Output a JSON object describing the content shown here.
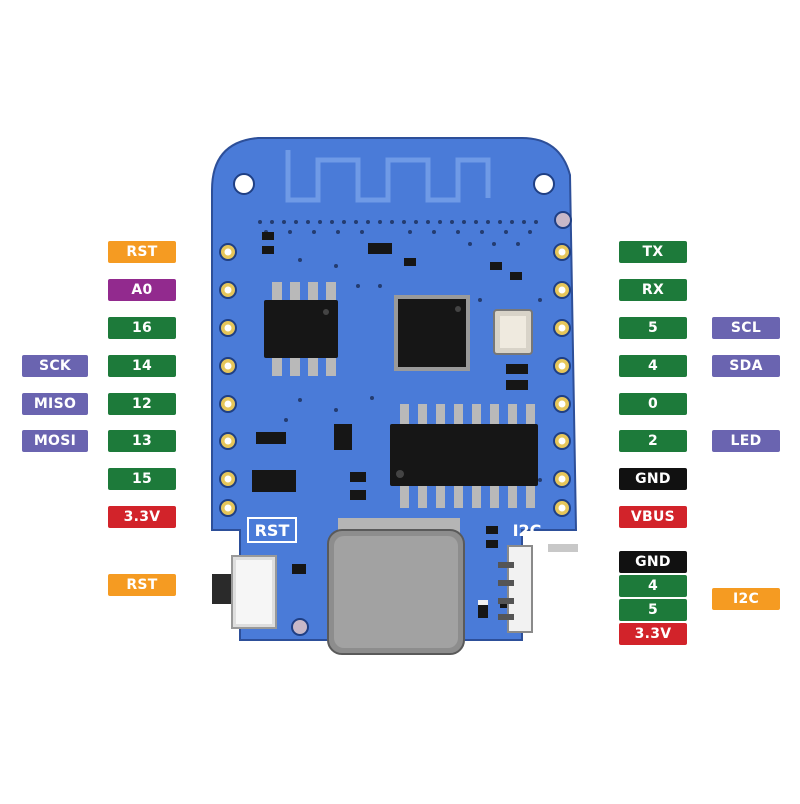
{
  "colors": {
    "orange": "#f59b22",
    "purple": "#922a8e",
    "green": "#1d7a3a",
    "lavender": "#6a64b0",
    "red": "#d2232a",
    "black": "#111111",
    "pcb": "#4a7bd8"
  },
  "silkscreen": {
    "rst": "RST",
    "i2c": "I2C"
  },
  "left": {
    "pins": [
      {
        "label": "RST",
        "color": "orange"
      },
      {
        "label": "A0",
        "color": "purple"
      },
      {
        "label": "16",
        "color": "green"
      },
      {
        "label": "14",
        "color": "green"
      },
      {
        "label": "12",
        "color": "green"
      },
      {
        "label": "13",
        "color": "green"
      },
      {
        "label": "15",
        "color": "green"
      },
      {
        "label": "3.3V",
        "color": "red"
      }
    ],
    "alt": [
      {
        "label": "SCK",
        "color": "lavender"
      },
      {
        "label": "MISO",
        "color": "lavender"
      },
      {
        "label": "MOSI",
        "color": "lavender"
      }
    ],
    "button": {
      "label": "RST",
      "color": "orange"
    }
  },
  "right": {
    "pins": [
      {
        "label": "TX",
        "color": "green"
      },
      {
        "label": "RX",
        "color": "green"
      },
      {
        "label": "5",
        "color": "green"
      },
      {
        "label": "4",
        "color": "green"
      },
      {
        "label": "0",
        "color": "green"
      },
      {
        "label": "2",
        "color": "green"
      },
      {
        "label": "GND",
        "color": "black"
      },
      {
        "label": "VBUS",
        "color": "red"
      }
    ],
    "alt": [
      {
        "label": "SCL",
        "color": "lavender"
      },
      {
        "label": "SDA",
        "color": "lavender"
      },
      {
        "label": "LED",
        "color": "lavender"
      }
    ]
  },
  "i2c": {
    "pins": [
      {
        "label": "GND",
        "color": "black"
      },
      {
        "label": "4",
        "color": "green"
      },
      {
        "label": "5",
        "color": "green"
      },
      {
        "label": "3.3V",
        "color": "red"
      }
    ],
    "tag": {
      "label": "I2C",
      "color": "orange"
    }
  }
}
